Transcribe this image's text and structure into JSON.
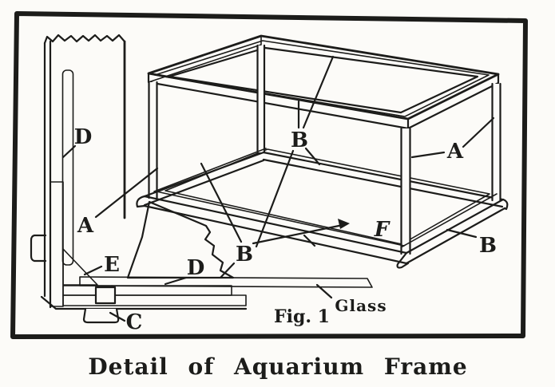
{
  "colors": {
    "ink": "#1c1c1a",
    "paper": "#fcfbf8"
  },
  "drawing": {
    "detail_labels": {
      "glass_vertical": "D",
      "post_angle": "A",
      "cement": "E",
      "glass_bottom": "D",
      "bolt": "C",
      "glass_callout": "Glass"
    },
    "frame_labels": {
      "top_bars": "B",
      "bottom_left_bar": "B",
      "bottom_right_bar": "B",
      "corner_post": "A",
      "bottom_panel": "F"
    },
    "fig_label": "Fig. 1"
  },
  "caption": "Detail of Aquarium Frame"
}
